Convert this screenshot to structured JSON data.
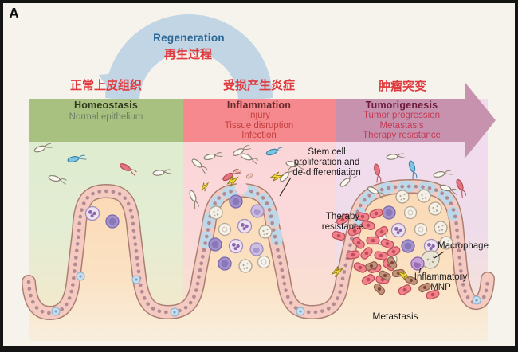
{
  "figure_label": "A",
  "cycle": {
    "label_en": "Regeneration",
    "label_zh": "再生过程"
  },
  "stages": [
    {
      "heading_zh": "正常上皮组织",
      "title": "Homeostasis",
      "details": "Normal epithelium"
    },
    {
      "heading_zh": "受损产生炎症",
      "title": "Inflammation",
      "details": "Injury\nTissue disruption\nInfection"
    },
    {
      "heading_zh": "肿瘤突变",
      "title": "Tumorigenesis",
      "details": "Tumor progression\nMetastasis\nTherapy resistance"
    }
  ],
  "annotations": {
    "stem_cell": "Stem cell\nproliferation and\nde-differentiation",
    "therapy_resistance": "Therapy\nresistance",
    "macrophage": "Macrophage",
    "inflammatory_mnp": "Inflammatory\nMNP",
    "metastasis": "Metastasis"
  },
  "icons": [
    "regeneration-cycle-arrow-icon",
    "tumorigenesis-arrow-icon",
    "lightning-bolt-icon",
    "bacterium-icon",
    "goblet-cell-icon",
    "immune-cell-icon",
    "tumor-cell-icon",
    "metastatic-cell-icon",
    "macrophage-cell-icon",
    "inflammatory-mnp-cell-icon"
  ],
  "colors": {
    "bg": "#f6f3ed",
    "ink": "#1d1d1d",
    "chinese_red": "#e13a3e",
    "regen_blue": "#2a6795",
    "arc_blue": "#c2d5e5",
    "banner_green": "#a9c180",
    "homeostasis_title": "#31391f",
    "homeostasis_sub": "#6e7f63",
    "banner_pink": "#f5898e",
    "inflammation_title": "#68292b",
    "inflammation_sub": "#c4403f",
    "banner_mauve": "#c792ae",
    "tumorigenesis_title": "#6d1c3e",
    "tumorigenesis_sub": "#c23b55",
    "tissue_peach": "#fbd9b5",
    "epithelium_pink": "#f5cac1",
    "epithelium_outline": "#aa7f73",
    "stem_cell_blue": "#bdd9e9",
    "tumor_red": "#ef828a",
    "metastasis_brown": "#c3917c",
    "macrophage_gray": "#eae4d6",
    "mnp_purple": "#c5a0d4",
    "bacteria_cyan": "#7cc5e3",
    "bacteria_red": "#e4767f",
    "lightning_yellow": "#f6d832"
  }
}
